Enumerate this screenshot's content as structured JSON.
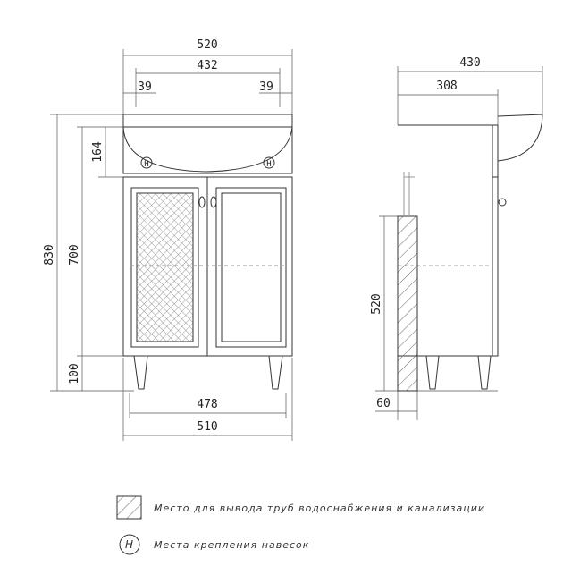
{
  "front_view": {
    "width_top": "520",
    "width_inner": "432",
    "offset_left": "39",
    "offset_right": "39",
    "height_total": "830",
    "height_body": "700",
    "height_top": "164",
    "height_legs": "100",
    "width_inner_bottom": "478",
    "width_bottom": "510",
    "mark_h": "H"
  },
  "side_view": {
    "depth_total": "430",
    "depth_body": "308",
    "height_pipes": "520",
    "wall_offset": "60"
  },
  "legend": {
    "hatch_label": "Место для вывода труб водоснабжения и канализации",
    "mount_symbol": "H",
    "mount_label": "Места крепления навесок"
  },
  "colors": {
    "line": "#333333",
    "dim_line": "#555555",
    "hatch": "#666666"
  }
}
